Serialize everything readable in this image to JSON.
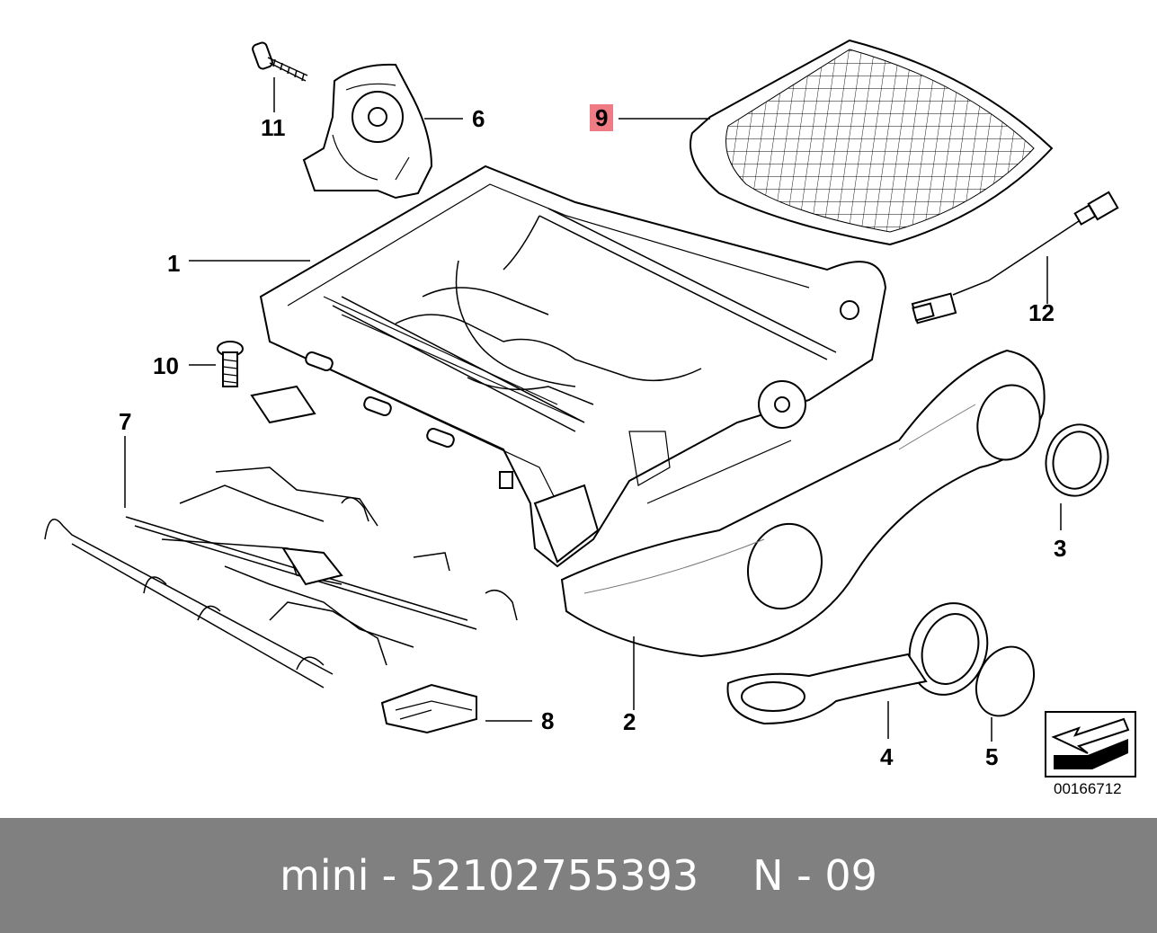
{
  "callouts": {
    "c1": "1",
    "c2": "2",
    "c3": "3",
    "c4": "4",
    "c5": "5",
    "c6": "6",
    "c7": "7",
    "c8": "8",
    "c9": "9",
    "c10": "10",
    "c11": "11",
    "c12": "12"
  },
  "highlight_color": "#ef7b84",
  "diagram_id": "00166712",
  "footer": {
    "brand": "mini",
    "separator": "-",
    "part_number": "52102755393",
    "page_code": "N - 09"
  },
  "footer_color": "#808080"
}
